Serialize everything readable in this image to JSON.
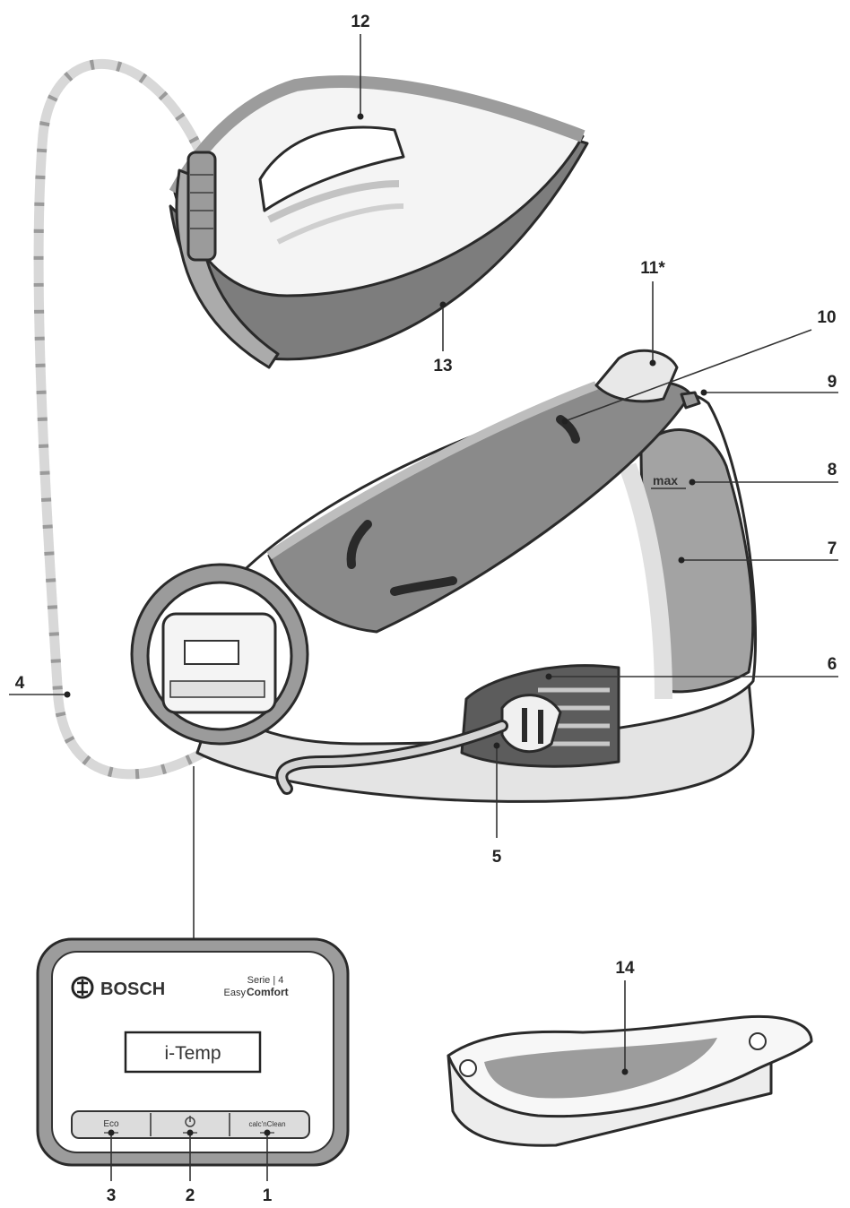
{
  "callouts": {
    "c1": "1",
    "c2": "2",
    "c3": "3",
    "c4": "4",
    "c5": "5",
    "c6": "6",
    "c7": "7",
    "c8": "8",
    "c9": "9",
    "c10": "10",
    "c11": "11*",
    "c12": "12",
    "c13": "13",
    "c14": "14"
  },
  "tank_label": "max",
  "panel": {
    "brand": "BOSCH",
    "series_line1": "Serie | 4",
    "series_line2_a": "Easy",
    "series_line2_b": "Comfort",
    "display": "i-Temp",
    "btn_left": "Eco",
    "btn_center_icon": "power-icon",
    "btn_right": "calc'nClean"
  },
  "colors": {
    "outline": "#2a2a2a",
    "grey_dark": "#7a7a7a",
    "grey_mid": "#a9a9a9",
    "grey_light": "#d6d6d6",
    "white": "#ffffff"
  }
}
